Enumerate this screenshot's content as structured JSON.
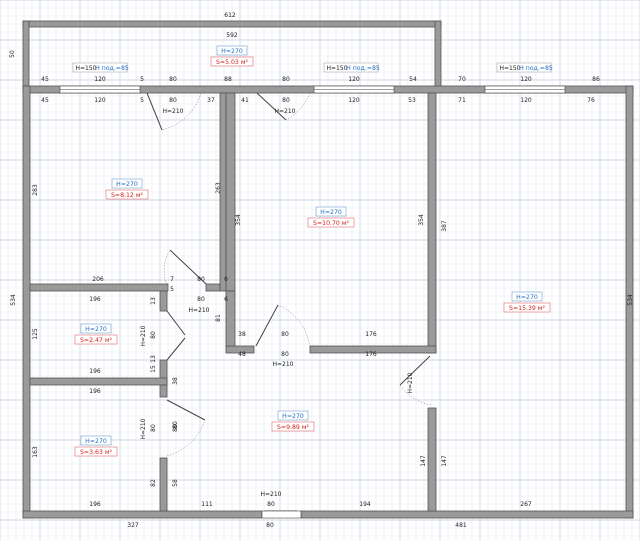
{
  "outer_dimensions": {
    "top": "612",
    "bottom_left": "327",
    "bottom_right": "481",
    "bottom_door": "80",
    "left": "534",
    "right": "534"
  },
  "rooms": [
    {
      "id": "loggia",
      "height": "H=270",
      "area": "S=5.03 м²"
    },
    {
      "id": "room-left",
      "height": "H=270",
      "area": "S=8.12 м²"
    },
    {
      "id": "room-center",
      "height": "H=270",
      "area": "S=10.70 м²"
    },
    {
      "id": "room-right",
      "height": "H=270",
      "area": "S=15.39 м²"
    },
    {
      "id": "bathroom",
      "height": "H=270",
      "area": "S=2.47 м²"
    },
    {
      "id": "toilet",
      "height": "H=270",
      "area": "S=3.63 м²"
    },
    {
      "id": "hall",
      "height": "H=270",
      "area": "S=9.89 м²"
    }
  ],
  "window_labels": [
    {
      "h": "H=150",
      "sill": "H под.=85"
    },
    {
      "h": "H=150",
      "sill": "H под.=85"
    },
    {
      "h": "H=150",
      "sill": "H под.=85"
    }
  ],
  "door_labels": [
    "H=210",
    "H=210",
    "H=210",
    "H=210",
    "H=210",
    "H=210",
    "H=210",
    "H=210"
  ],
  "dimensions": [
    "592",
    "50",
    "45",
    "120",
    "5",
    "80",
    "88",
    "80",
    "120",
    "54",
    "45",
    "120",
    "5",
    "80",
    "37",
    "41",
    "80",
    "120",
    "53",
    "70",
    "120",
    "86",
    "71",
    "120",
    "76",
    "283",
    "263",
    "354",
    "354",
    "387",
    "206",
    "7",
    "80",
    "6",
    "5",
    "196",
    "13",
    "80",
    "6",
    "81",
    "125",
    "38",
    "80",
    "176",
    "196",
    "48",
    "80",
    "176",
    "13",
    "80",
    "196",
    "38",
    "80",
    "163",
    "147",
    "147",
    "267",
    "82",
    "80",
    "58",
    "80",
    "15",
    "196",
    "111",
    "194",
    "80"
  ]
}
